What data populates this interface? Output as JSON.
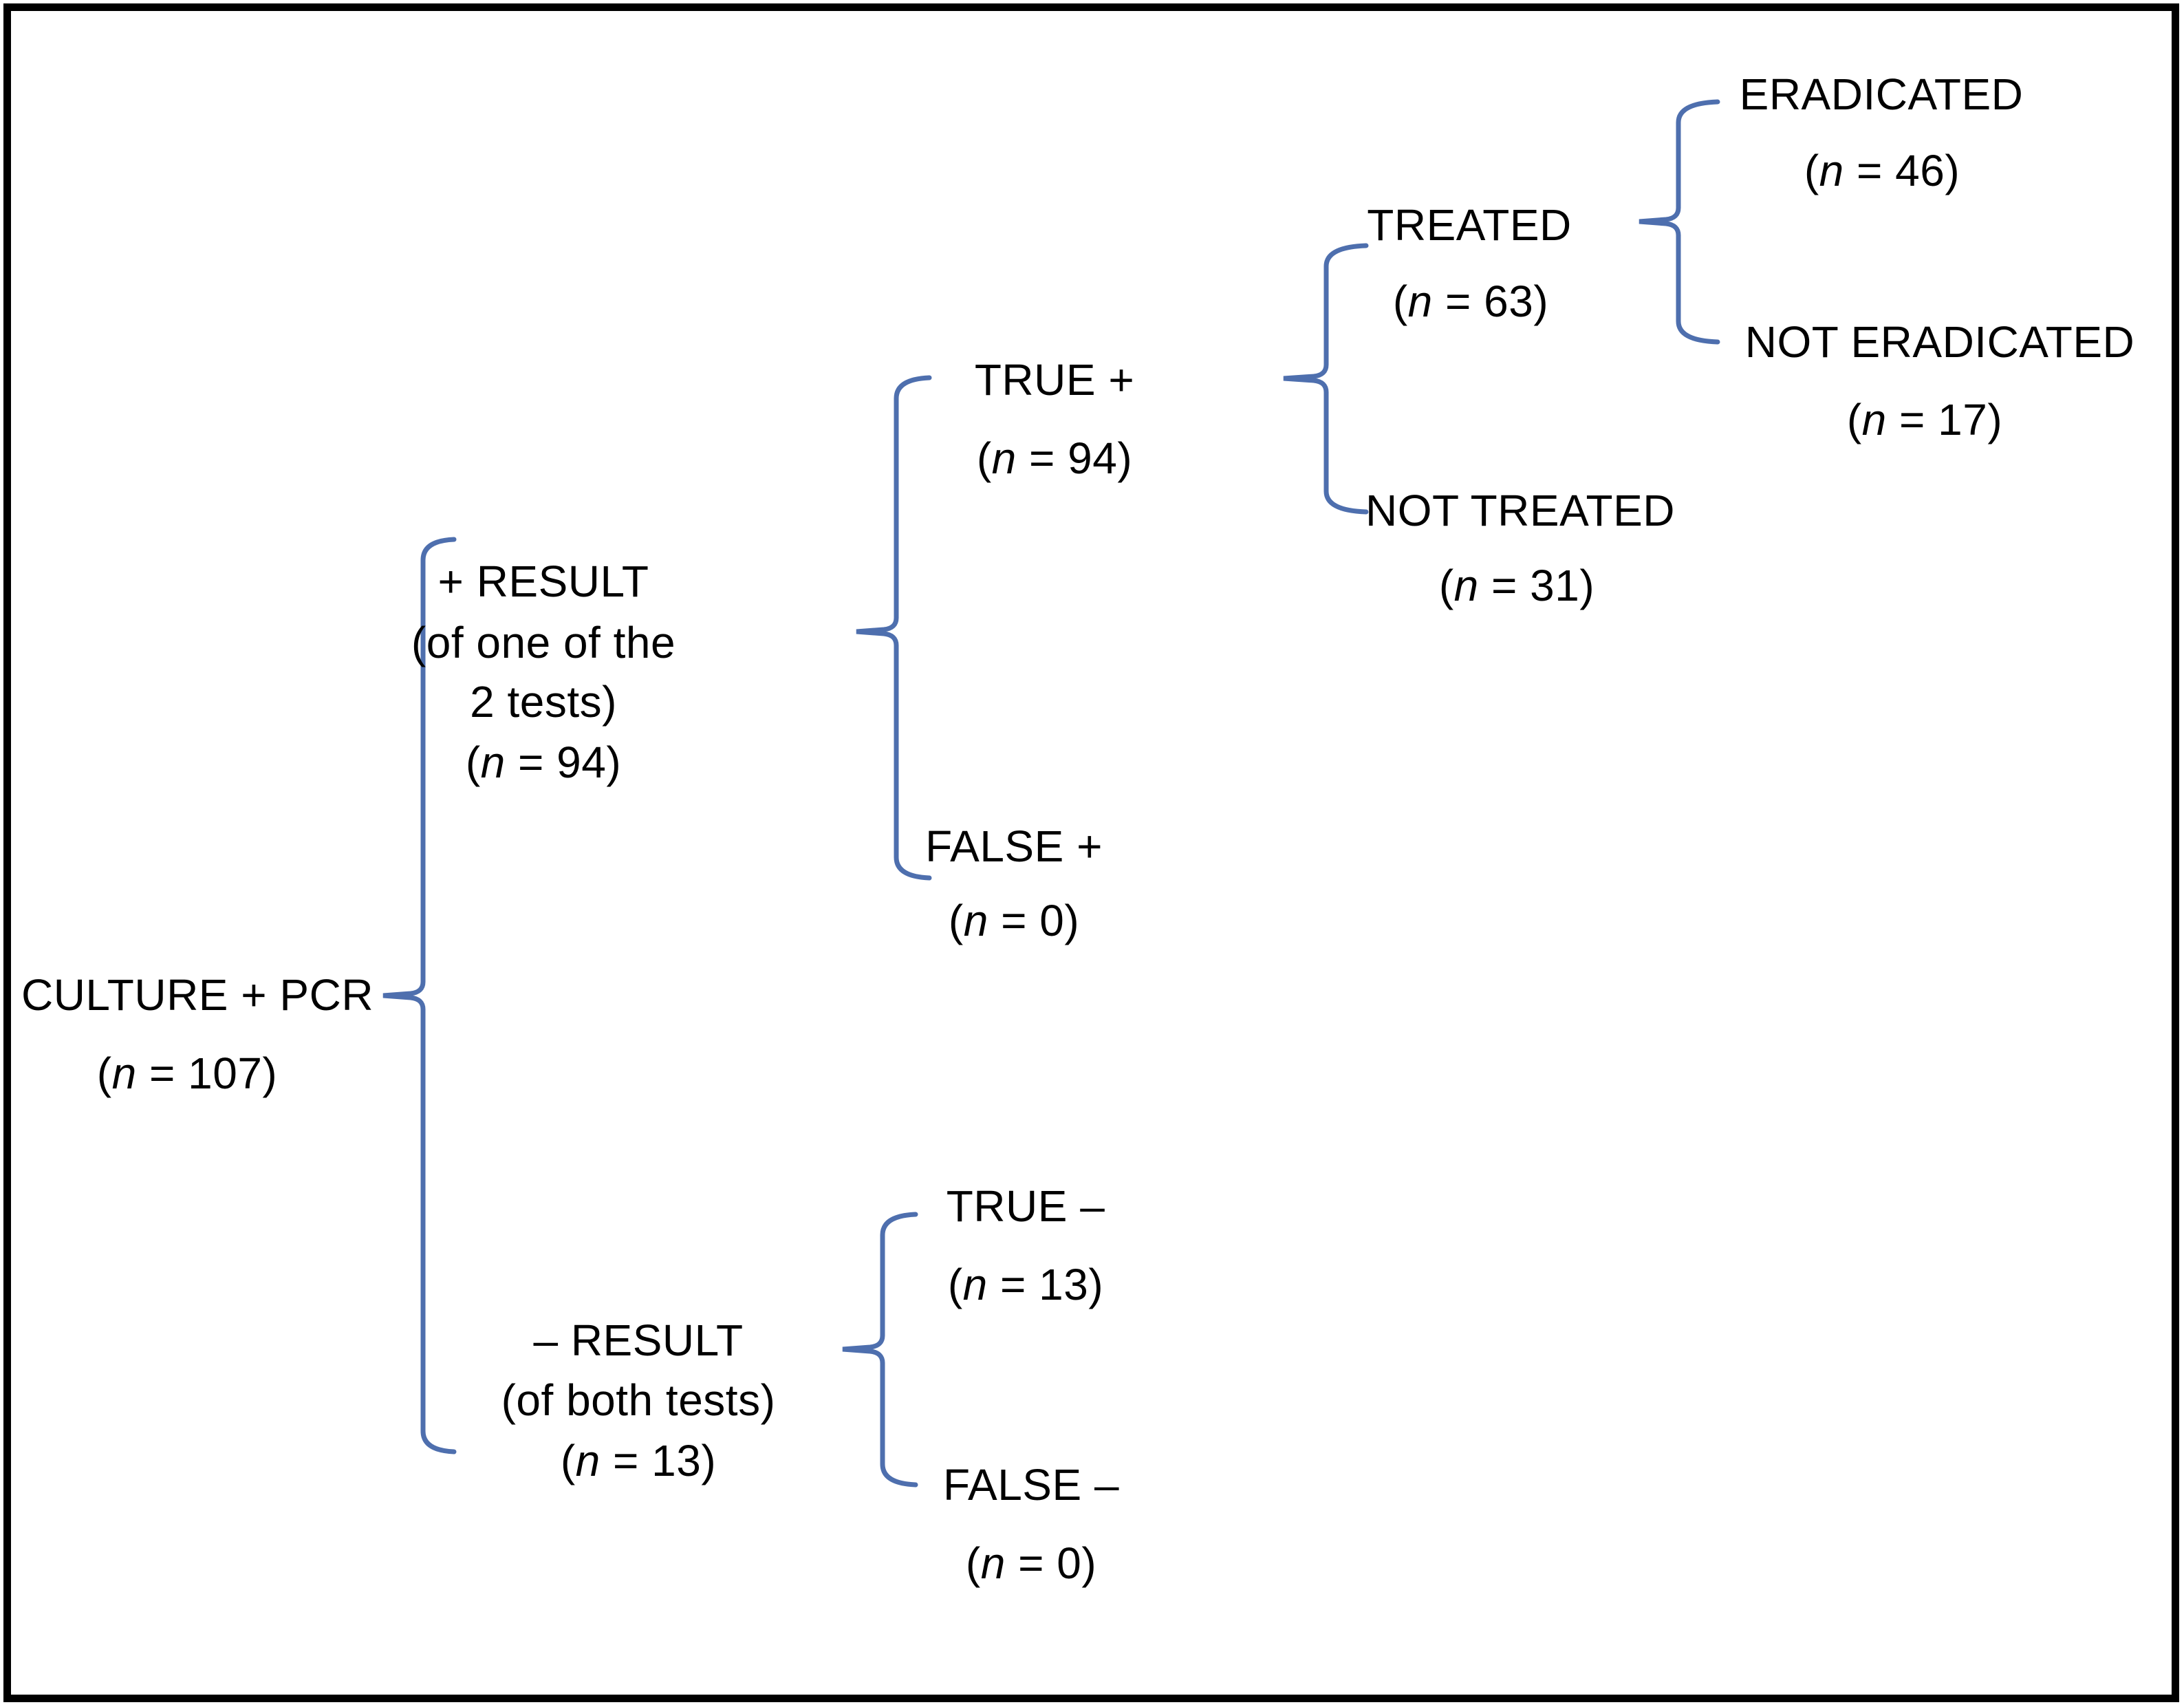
{
  "diagram": {
    "title": "Culture + PCR diagnostic and treatment flow",
    "background_color": "#ffffff",
    "border_color": "#000000",
    "text_color": "#000000",
    "brace_color": "#4e6fae",
    "nodes": {
      "culture_pcr": {
        "label": "CULTURE + PCR",
        "count": "(n = 107)"
      },
      "pos_result": {
        "label": "+ RESULT",
        "detail_line1": "(of one of the",
        "detail_line2": "2 tests)",
        "count": "(n = 94)"
      },
      "neg_result": {
        "label": "– RESULT",
        "detail_line1": "(of both tests)",
        "count": "(n = 13)"
      },
      "true_pos": {
        "label": "TRUE +",
        "count": "(n = 94)"
      },
      "false_pos": {
        "label": "FALSE +",
        "count": "(n = 0)"
      },
      "true_neg": {
        "label": "TRUE –",
        "count": "(n = 13)"
      },
      "false_neg": {
        "label": "FALSE –",
        "count": "(n = 0)"
      },
      "treated": {
        "label": "TREATED",
        "count": "(n = 63)"
      },
      "not_treated": {
        "label": "NOT TREATED",
        "count": "(n = 31)"
      },
      "eradicated": {
        "label": "ERADICATED",
        "count": "(n = 46)"
      },
      "not_eradicated": {
        "label": "NOT ERADICATED",
        "count": "(n = 17)"
      }
    }
  }
}
